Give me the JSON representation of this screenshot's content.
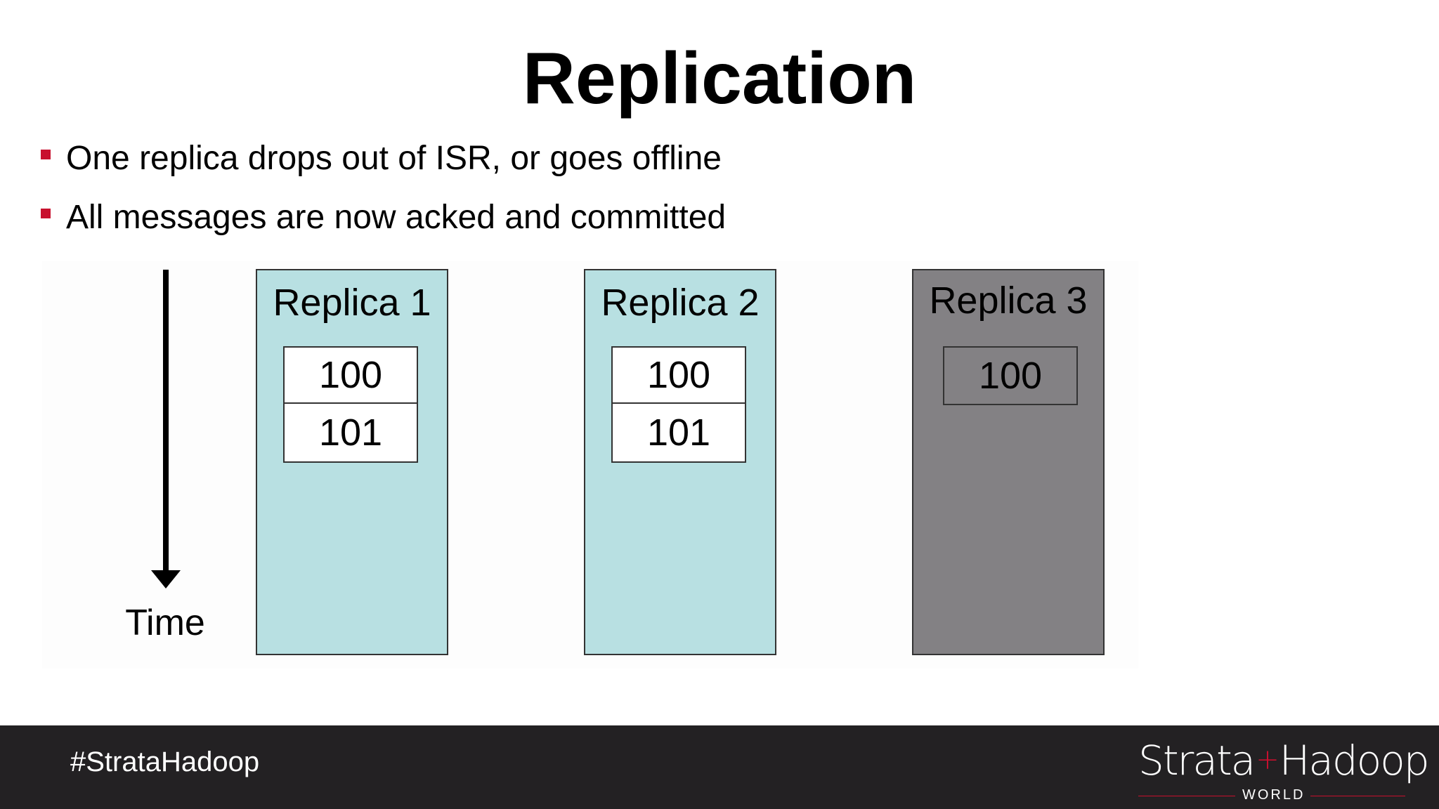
{
  "slide": {
    "title": "Replication",
    "bullets": [
      "One replica drops out of ISR, or goes offline",
      "All messages are now acked and committed"
    ]
  },
  "diagram": {
    "time_label": "Time",
    "replicas": [
      {
        "label": "Replica 1",
        "state": "in-sync",
        "messages": [
          "100",
          "101"
        ]
      },
      {
        "label": "Replica 2",
        "state": "in-sync",
        "messages": [
          "100",
          "101"
        ]
      },
      {
        "label": "Replica 3",
        "state": "offline",
        "messages": [
          "100"
        ]
      }
    ],
    "colors": {
      "in_sync_fill": "#b8e0e2",
      "offline_fill": "#838184",
      "bullet_accent": "#c8102e"
    }
  },
  "footer": {
    "hashtag": "#StrataHadoop",
    "logo_left": "Strata",
    "logo_plus": "+",
    "logo_right": "Hadoop",
    "logo_sub": "WORLD"
  }
}
